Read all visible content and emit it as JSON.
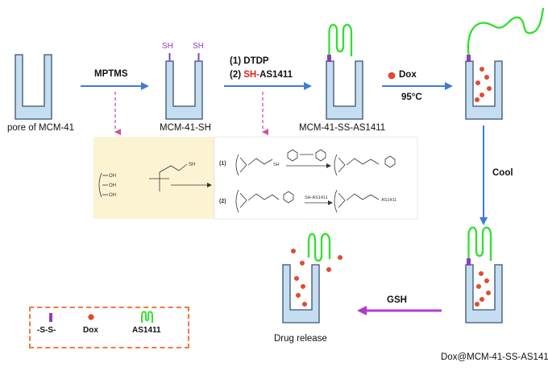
{
  "pore_labels": {
    "pore": "pore of MCM-41",
    "mcm_sh": "MCM-41-SH",
    "mcm_ss": "MCM-41-SS-AS1411",
    "dox_mcm": "Dox@MCM-41-SS-AS1411",
    "release": "Drug release"
  },
  "thiol_labels": {
    "left": "SH",
    "right": "SH"
  },
  "steps": {
    "mptms": "MPTMS",
    "step1_num": "(1)",
    "step1": "DTDP",
    "step2_num": "(2)",
    "step2_red": "SH-",
    "step2": "AS1411",
    "dox": "Dox",
    "temp": "95°C",
    "cool": "Cool",
    "gsh": "GSH"
  },
  "scheme": {
    "r1": "(1)",
    "r2": "(2)",
    "oh": "OH",
    "sh": "SH",
    "reagent": "SH-AS1411",
    "product_tail": "AS1411"
  },
  "legend": {
    "ss": "-S-S-",
    "dox": "Dox",
    "aptamer": "AS1411"
  },
  "colors": {
    "pore_fill": "#c5ddf0",
    "pore_stroke": "#3a5170",
    "arrow_blue": "#3e7bd6",
    "arrow_purple": "#b03cc8",
    "linker": "#8b3fc4",
    "aptamer": "#2fe02f",
    "dox": "#ea4a2a",
    "scheme_bg": "#fbf3d2",
    "legend_border": "#f07a3c"
  }
}
